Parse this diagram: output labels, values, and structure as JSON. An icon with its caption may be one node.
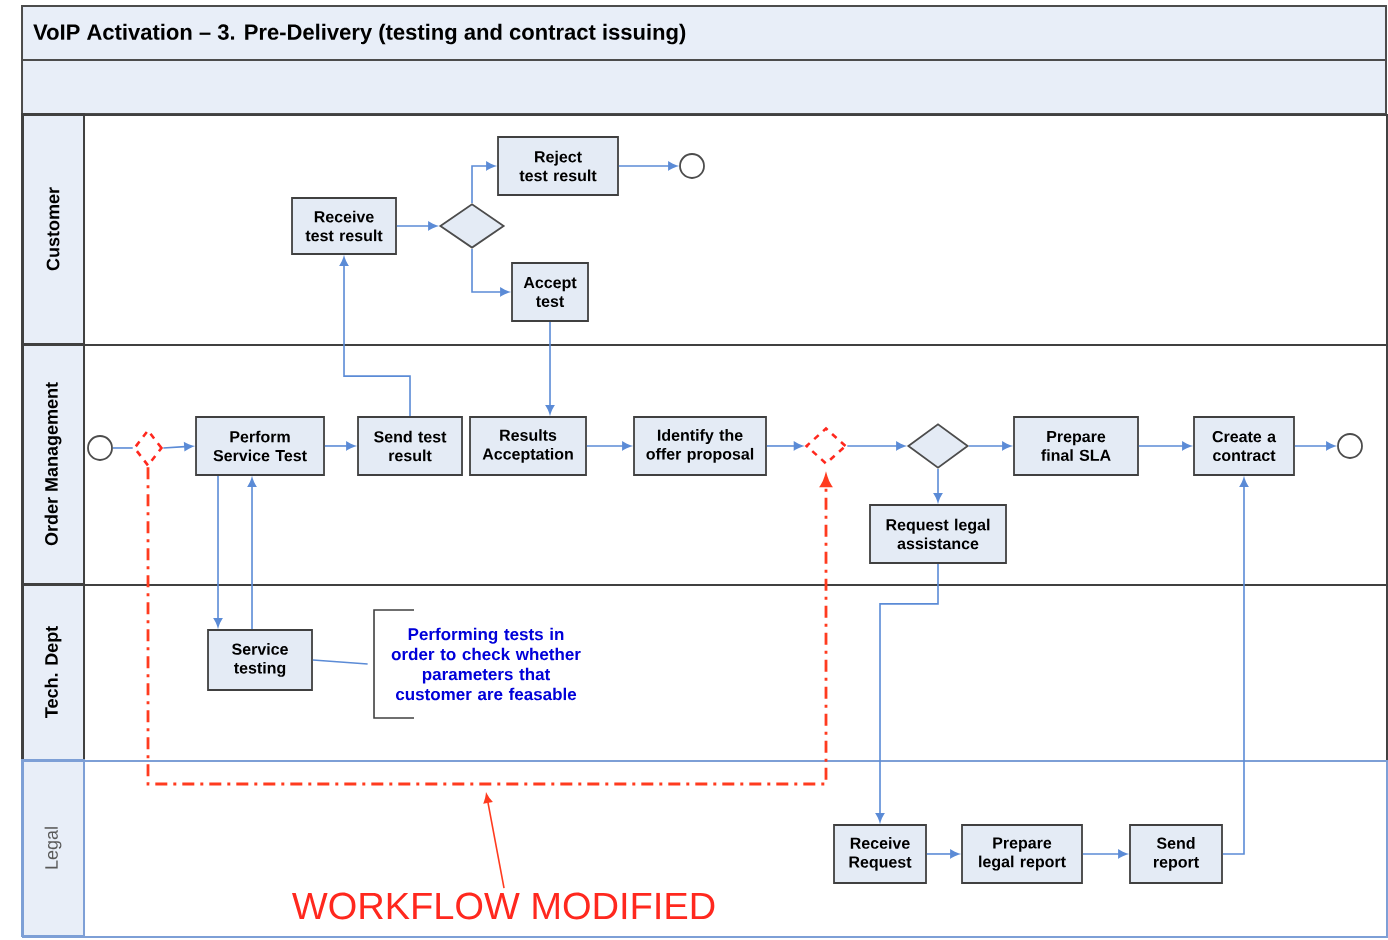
{
  "diagram": {
    "title": "VoIP Activation – 3. Pre-Delivery (testing and contract issuing)",
    "nodes": [
      {
        "text": [
          "Customer"
        ]
      },
      {
        "text": [
          "Order Management"
        ]
      },
      {
        "text": [
          "Tech. Dept"
        ]
      },
      {
        "text": [
          "Legal"
        ]
      },
      {
        "text": [
          "Receive test result"
        ],
        "in": 0
      },
      {
        "text": [],
        "shape": "diamond",
        "in": 0
      },
      {
        "text": [
          "Reject test result"
        ],
        "in": 0
      },
      {
        "text": [],
        "shape": "circle",
        "in": 0
      },
      {
        "text": [
          "Accept test"
        ],
        "in": 0
      },
      {
        "text": [],
        "shape": "circle",
        "in": 1
      },
      {
        "text": [],
        "shape": "diamond",
        "in": 1
      },
      {
        "text": [
          "Perform Service Test"
        ],
        "in": 1
      },
      {
        "text": [
          "Send test result"
        ],
        "in": 1
      },
      {
        "text": [
          "Results Acceptation"
        ],
        "in": 1
      },
      {
        "text": [
          "Identify the offer proposal"
        ],
        "in": 1
      },
      {
        "text": [],
        "shape": "diamond",
        "in": 1
      },
      {
        "text": [],
        "shape": "diamond",
        "in": 1
      },
      {
        "text": [
          "Prepare final SLA"
        ],
        "in": 1
      },
      {
        "text": [
          "Create a contract"
        ],
        "in": 1
      },
      {
        "text": [],
        "shape": "circle",
        "in": 1
      },
      {
        "text": [
          "Request legal assistance"
        ],
        "in": 1
      },
      {
        "text": [
          "Service testing"
        ],
        "in": 2
      },
      {
        "text": [
          "Performing tests in order to check whether parameters that customer are feasable"
        ],
        "in": 2
      },
      {
        "text": [
          "Receive Request"
        ],
        "in": 3
      },
      {
        "text": [
          "Prepare legal report"
        ],
        "in": 3
      },
      {
        "text": [
          "Send report"
        ],
        "in": 3
      },
      {
        "text": [
          "WORKFLOW  MODIFIED"
        ],
        "in": 3
      }
    ],
    "edges": [
      {
        "from": 4,
        "to": 5,
        "arrow": "to"
      },
      {
        "from": 5,
        "to": 6,
        "arrow": "to"
      },
      {
        "from": 5,
        "to": 8,
        "arrow": "to"
      },
      {
        "from": 6,
        "to": 7,
        "arrow": "to"
      },
      {
        "from": 9,
        "to": 10,
        "arrow": "none"
      },
      {
        "from": 10,
        "to": 11,
        "arrow": "to"
      },
      {
        "from": 11,
        "to": 12,
        "arrow": "to"
      },
      {
        "from": 12,
        "to": 4,
        "arrow": "to"
      },
      {
        "from": 8,
        "to": 13,
        "arrow": "to"
      },
      {
        "from": 13,
        "to": 14,
        "arrow": "to"
      },
      {
        "from": 14,
        "to": 15,
        "arrow": "to"
      },
      {
        "from": 15,
        "to": 16,
        "arrow": "to"
      },
      {
        "from": 16,
        "to": 17,
        "arrow": "to"
      },
      {
        "from": 17,
        "to": 18,
        "arrow": "to"
      },
      {
        "from": 18,
        "to": 19,
        "arrow": "to"
      },
      {
        "from": 16,
        "to": 20,
        "arrow": "to"
      },
      {
        "from": 20,
        "to": 23,
        "arrow": "to"
      },
      {
        "from": 23,
        "to": 24,
        "arrow": "to"
      },
      {
        "from": 24,
        "to": 25,
        "arrow": "to"
      },
      {
        "from": 25,
        "to": 18,
        "arrow": "to"
      },
      {
        "from": 11,
        "to": 21,
        "arrow": "to"
      },
      {
        "from": 21,
        "to": 11,
        "arrow": "to"
      },
      {
        "from": 21,
        "to": 22,
        "arrow": "none"
      },
      {
        "from": 10,
        "to": 15,
        "arrow": "to",
        "style": "dashed",
        "color": "#ff3b1f"
      },
      {
        "from": 26,
        "to": null,
        "arrow": "to",
        "color": "#ff3b1f"
      }
    ]
  }
}
